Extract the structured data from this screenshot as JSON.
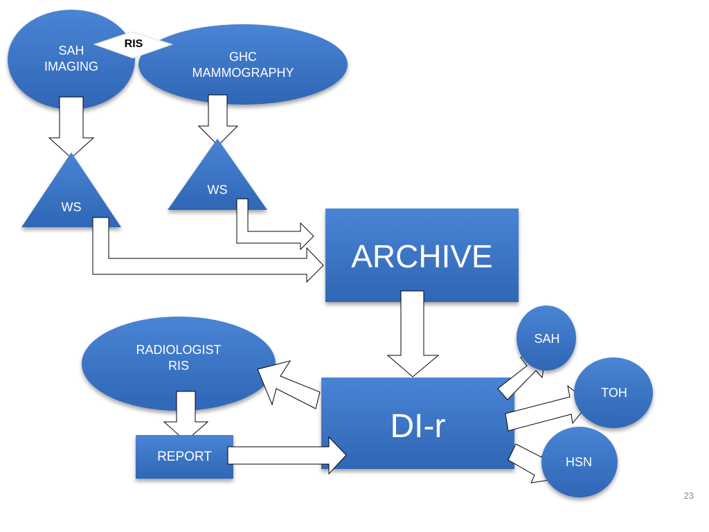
{
  "slide": {
    "page_number": "23"
  },
  "nodes": {
    "sah_imaging": "SAH\nIMAGING",
    "ris_tag": "RIS",
    "ghc_mammography": "GHC\nMAMMOGRAPHY",
    "ws_left": "WS",
    "ws_right": "WS",
    "archive": "ARCHIVE",
    "radiologist_ris": "RADIOLOGIST\nRIS",
    "report": "REPORT",
    "dir": "DI-r",
    "sah": "SAH",
    "toh": "TOH",
    "hsn": "HSN"
  },
  "colors": {
    "node_fill": "#3b74c4",
    "node_shadow": "#1f4f96",
    "arrow_fill": "#ffffff",
    "arrow_stroke": "#000000"
  }
}
